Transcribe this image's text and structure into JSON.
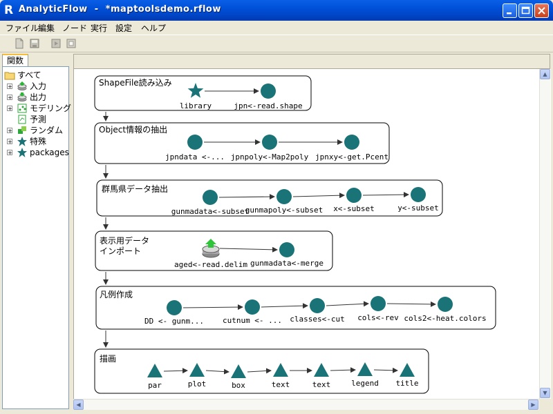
{
  "window": {
    "title": "AnalyticFlow  -  *maptoolsdemo.rflow",
    "logo": "R"
  },
  "menu": [
    "ファイル",
    "編集",
    "ノード",
    "実行",
    "設定",
    "ヘルプ"
  ],
  "toolbar": {
    "buttons": [
      "new-file-icon",
      "save-icon",
      "run-icon",
      "stop-icon"
    ]
  },
  "left_panel": {
    "tab": "関数",
    "tree": [
      {
        "label": "すべて",
        "icon": "folder-icon",
        "level": 0
      },
      {
        "label": "入力",
        "icon": "input-db-icon",
        "level": 1,
        "expandable": true
      },
      {
        "label": "出力",
        "icon": "output-db-icon",
        "level": 1,
        "expandable": true
      },
      {
        "label": "モデリング",
        "icon": "modeling-icon",
        "level": 1,
        "expandable": true
      },
      {
        "label": "予測",
        "icon": "predict-icon",
        "level": 1,
        "expandable": false
      },
      {
        "label": "ランダム",
        "icon": "random-icon",
        "level": 1,
        "expandable": true
      },
      {
        "label": "特殊",
        "icon": "star-icon",
        "level": 1,
        "expandable": true
      },
      {
        "label": "packages",
        "icon": "star-icon",
        "level": 1,
        "expandable": true
      }
    ]
  },
  "flow": {
    "colors": {
      "node": "#1a7377",
      "arrow": "#333333",
      "box_border": "#000000"
    },
    "groups": [
      {
        "title": "ShapeFile読み込み",
        "nodes": [
          {
            "label": "library",
            "shape": "star"
          },
          {
            "label": "jpn<-read.shape",
            "shape": "circle"
          }
        ]
      },
      {
        "title": "Object情報の抽出",
        "nodes": [
          {
            "label": "jpndata <-...",
            "shape": "circle"
          },
          {
            "label": "jpnpoly<-Map2poly",
            "shape": "circle"
          },
          {
            "label": "jpnxy<-get.Pcent",
            "shape": "circle"
          }
        ]
      },
      {
        "title": "群馬県データ抽出",
        "nodes": [
          {
            "label": "gunmadata<-subset",
            "shape": "circle"
          },
          {
            "label": "gunmapoly<-subset",
            "shape": "circle"
          },
          {
            "label": "x<-subset",
            "shape": "circle"
          },
          {
            "label": "y<-subset",
            "shape": "circle"
          }
        ]
      },
      {
        "title": "表示用データ\nインポート",
        "nodes": [
          {
            "label": "aged<-read.delim",
            "shape": "db-import"
          },
          {
            "label": "gunmadata<-merge",
            "shape": "circle"
          }
        ]
      },
      {
        "title": "凡例作成",
        "nodes": [
          {
            "label": "DD <- gunm...",
            "shape": "circle"
          },
          {
            "label": "cutnum <- ...",
            "shape": "circle"
          },
          {
            "label": "classes<-cut",
            "shape": "circle"
          },
          {
            "label": "cols<-rev",
            "shape": "circle"
          },
          {
            "label": "cols2<-heat.colors",
            "shape": "circle"
          }
        ]
      },
      {
        "title": "描画",
        "nodes": [
          {
            "label": "par",
            "shape": "triangle"
          },
          {
            "label": "plot",
            "shape": "triangle"
          },
          {
            "label": "box",
            "shape": "triangle"
          },
          {
            "label": "text",
            "shape": "triangle"
          },
          {
            "label": "text",
            "shape": "triangle"
          },
          {
            "label": "legend",
            "shape": "triangle"
          },
          {
            "label": "title",
            "shape": "triangle"
          }
        ]
      }
    ]
  }
}
